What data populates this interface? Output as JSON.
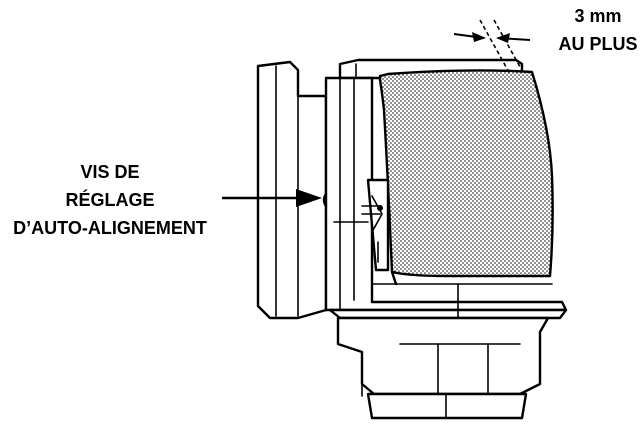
{
  "labels": {
    "clearance_value": "3 mm",
    "clearance_qualifier": "AU PLUS",
    "screw_line1": "VIS DE",
    "screw_line2": "RÉGLAGE",
    "screw_line3": "D’AUTO-ALIGNEMENT"
  },
  "colors": {
    "line": "#000000",
    "paper_fill_dots": "#000000",
    "background": "#ffffff"
  }
}
